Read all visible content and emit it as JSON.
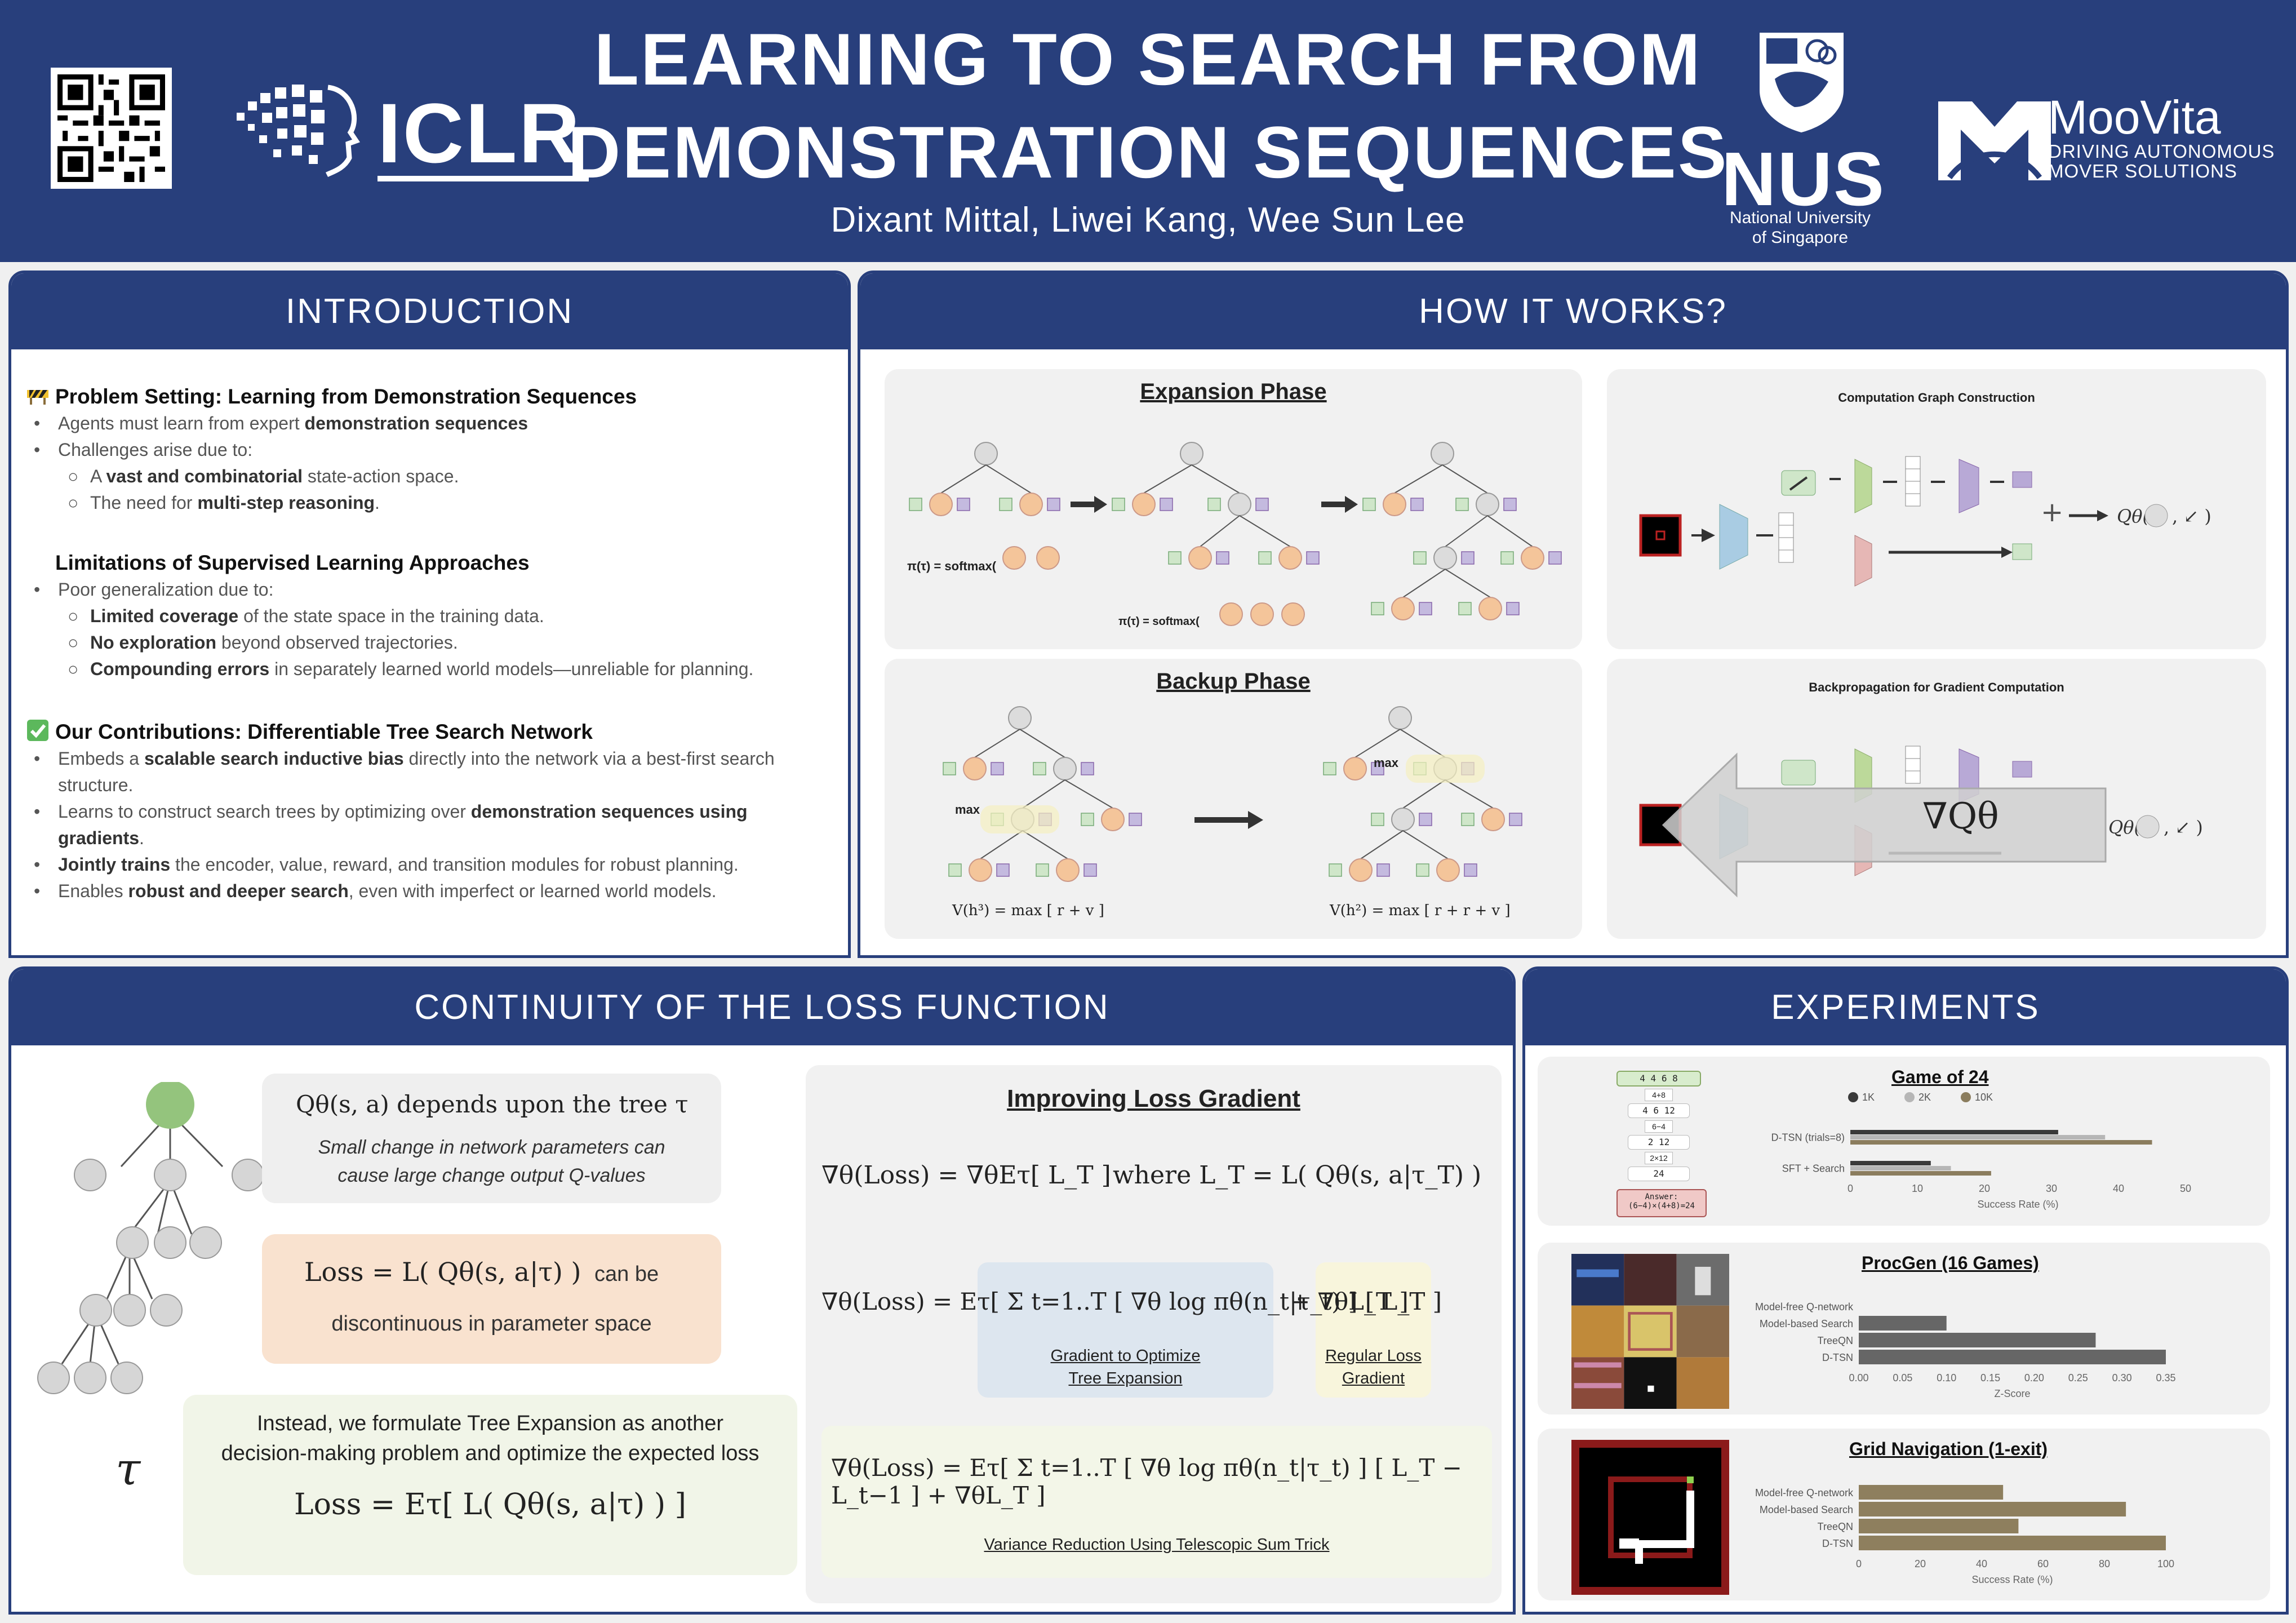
{
  "header": {
    "title_line1": "LEARNING TO SEARCH FROM",
    "title_line2": "DEMONSTRATION SEQUENCES",
    "authors": "Dixant Mittal,  Liwei Kang,  Wee Sun Lee",
    "iclr": "ICLR",
    "nus": "NUS",
    "nus_sub1": "National University",
    "nus_sub2": "of Singapore",
    "moovita": "MooVita",
    "moovita_sub1": "DRIVING AUTONOMOUS",
    "moovita_sub2": "MOVER SOLUTIONS"
  },
  "intro": {
    "heading": "INTRODUCTION",
    "problem_title": "Problem Setting: Learning from Demonstration Sequences",
    "p1_pre": "Agents must learn from expert ",
    "p1_bold": "demonstration sequences",
    "p2": "Challenges arise due to:",
    "p3_pre": "A ",
    "p3_bold": "vast and combinatorial",
    "p3_post": " state-action space.",
    "p4_pre": "The need for ",
    "p4_bold": "multi-step reasoning",
    "p4_post": ".",
    "limits_title": "Limitations of Supervised Learning Approaches",
    "l1": "Poor generalization due to:",
    "l2_bold": "Limited coverage",
    "l2_post": " of the state space in the training data.",
    "l3_bold": "No exploration",
    "l3_post": " beyond observed trajectories.",
    "l4_bold": "Compounding errors",
    "l4_post": " in separately learned world models—unreliable for planning.",
    "contrib_title": "Our Contributions: Differentiable Tree Search Network",
    "c1_pre": "Embeds a ",
    "c1_bold": "scalable search inductive bias",
    "c1_post": " directly into the network via a best-first search",
    "c1_cont": "structure.",
    "c2_pre": "Learns to construct search trees by optimizing over ",
    "c2_bold": "demonstration sequences using",
    "c2_cont_bold": "gradients",
    "c2_cont_post": ".",
    "c3_bold": "Jointly trains",
    "c3_post": " the encoder, value, reward, and transition modules for robust planning.",
    "c4_pre": "Enables ",
    "c4_bold": "robust and deeper search",
    "c4_post": ", even with imperfect or learned world models."
  },
  "how": {
    "heading": "HOW IT WORKS?",
    "expansion": "Expansion Phase",
    "backup": "Backup Phase",
    "comp_graph": "Computation Graph Construction",
    "backprop": "Backpropagation for Gradient Computation",
    "softmax": "softmax",
    "max": "max",
    "grad_q": "∇Qθ"
  },
  "loss": {
    "heading": "CONTINUITY OF THE LOSS FUNCTION",
    "q_depends": "Qθ(s, a)  depends upon the tree  τ",
    "small_change1": "Small change in network parameters can",
    "small_change2": "cause large change output Q-values",
    "loss_eq": "Loss = L( Qθ(s, a|τ) )",
    "can_be": "can be",
    "discontinuous": "discontinuous in parameter space",
    "instead1": "Instead, we formulate Tree Expansion as another",
    "instead2": "decision-making problem and optimize the expected loss",
    "expected_loss": "Loss = Eτ[ L( Qθ(s, a|τ) ) ]",
    "tau": "τ",
    "improving": "Improving Loss Gradient",
    "eq1": "∇θ(Loss) = ∇θEτ[ L_T ]",
    "eq1_where": "where L_T = L( Qθ(s, a|τ_T) )",
    "eq2_main": "∇θ(Loss) = Eτ[ Σ t=1..T [ ∇θ log πθ(n_t|τ_t) ] [ L_T ]",
    "eq2_plus": "+  ∇θL_T ]",
    "grad_opt1": "Gradient to Optimize",
    "grad_opt2": "Tree Expansion",
    "reg1": "Regular Loss",
    "reg2": "Gradient",
    "eq3_main": "∇θ(Loss) = Eτ[ Σ t=1..T [ ∇θ log πθ(n_t|τ_t) ] [ L_T − L_t−1 ]  +  ∇θL_T ]",
    "variance": "Variance Reduction Using Telescopic Sum Trick"
  },
  "experiments": {
    "heading": "EXPERIMENTS",
    "game24_title": "Game of 24",
    "procgen_title": "ProcGen (16 Games)",
    "grid_title": "Grid Navigation (1-exit)",
    "game24_answer1": "Answer:",
    "game24_answer2": "(6−4)×(4+8)=24",
    "game24_nodes": [
      "4 4 6 8",
      "4+8",
      "4 6 12",
      "6−4",
      "2 12",
      "2×12",
      "24"
    ]
  },
  "chart_data": [
    {
      "type": "bar",
      "title": "Game of 24",
      "orientation": "horizontal",
      "categories": [
        "D-TSN (trials=8)",
        "SFT + Search"
      ],
      "series": [
        {
          "name": "1K",
          "values": [
            31,
            12
          ]
        },
        {
          "name": "2K",
          "values": [
            38,
            15
          ]
        },
        {
          "name": "10K",
          "values": [
            45,
            21
          ]
        }
      ],
      "xlabel": "Success Rate (%)",
      "xlim": [
        0,
        50
      ],
      "xticks": [
        "0",
        "10",
        "20",
        "30",
        "40",
        "50"
      ],
      "legend_placement": "top"
    },
    {
      "type": "bar",
      "title": "ProcGen (16 Games)",
      "orientation": "horizontal",
      "categories": [
        "Model-free Q-network",
        "Model-based Search",
        "TreeQN",
        "D-TSN"
      ],
      "values": [
        0.0,
        0.1,
        0.27,
        0.35
      ],
      "xlabel": "Z-Score",
      "xlim": [
        0,
        0.35
      ],
      "xticks": [
        "0.00",
        "0.05",
        "0.10",
        "0.15",
        "0.20",
        "0.25",
        "0.30",
        "0.35"
      ]
    },
    {
      "type": "bar",
      "title": "Grid Navigation (1-exit)",
      "orientation": "horizontal",
      "categories": [
        "Model-free Q-network",
        "Model-based Search",
        "TreeQN",
        "D-TSN"
      ],
      "values": [
        47,
        87,
        52,
        100
      ],
      "xlabel": "Success Rate (%)",
      "xlim": [
        0,
        100
      ],
      "xticks": [
        "0",
        "20",
        "40",
        "60",
        "80",
        "100"
      ]
    }
  ],
  "colors": {
    "navy": "#283f7c",
    "s1k": "#3a3a3a",
    "s2k": "#b6b6b6",
    "s10k": "#8b7d5e",
    "procgen_bar": "#666666",
    "grid_bar": "#8e7f5e",
    "green_node": "#94c47d",
    "node_gray": "#d6d6d6"
  }
}
